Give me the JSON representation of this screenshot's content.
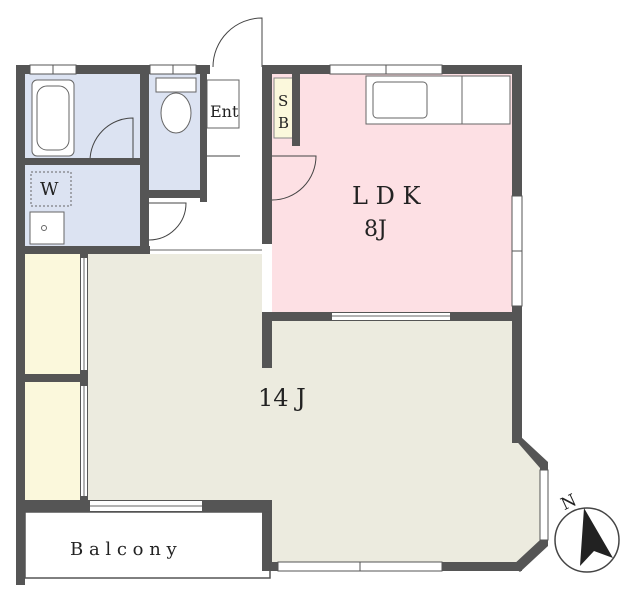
{
  "floorplan": {
    "labels": {
      "entrance": "Ent",
      "shoe_box": [
        "S",
        "B"
      ],
      "ldk_name": "L D K",
      "ldk_size": "8J",
      "main_room_size": "14 J",
      "washer": "W",
      "balcony": "B a l c o n y",
      "compass": "N"
    },
    "colors": {
      "wall": "#555555",
      "ldk_floor": "#fde0e4",
      "main_room_floor": "#ecebdf",
      "closet_floor": "#fbf8dc",
      "wet_area_floor": "#dce3f2",
      "entrance_floor": "#ffffff",
      "shoe_box": "#fbf8dc"
    }
  }
}
